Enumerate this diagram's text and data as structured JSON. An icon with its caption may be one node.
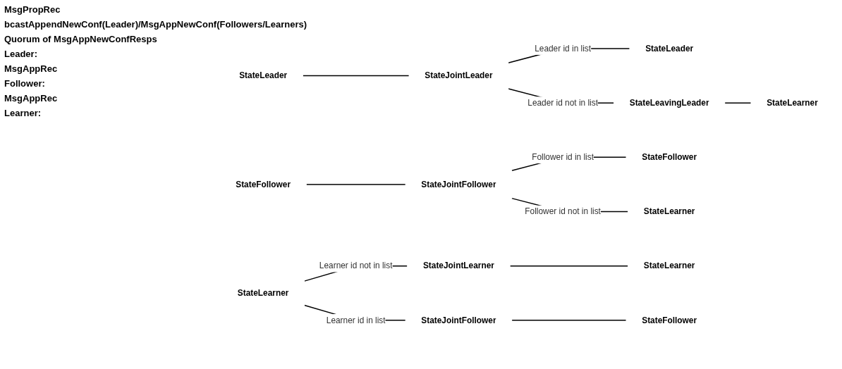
{
  "diagram": {
    "nodes": [
      {
        "text": [
          "StateLeader"
        ]
      },
      {
        "text": [
          "StateJointLeader"
        ]
      },
      {
        "text": [
          "StateLeader"
        ]
      },
      {
        "text": [
          "StateLeavingLeader"
        ]
      },
      {
        "text": [
          "StateLearner"
        ]
      },
      {
        "text": [
          "StateFollower"
        ]
      },
      {
        "text": [
          "StateJointFollower"
        ]
      },
      {
        "text": [
          "StateFollower"
        ]
      },
      {
        "text": [
          "StateLearner"
        ]
      },
      {
        "text": [
          "StateLearner"
        ]
      },
      {
        "text": [
          "StateJointLearner"
        ]
      },
      {
        "text": [
          "StateLearner"
        ]
      },
      {
        "text": [
          "StateJointFollower"
        ]
      },
      {
        "text": [
          "StateFollower"
        ]
      }
    ],
    "edges": [
      {
        "from": 0,
        "to": 1,
        "arrow": "none"
      },
      {
        "from": 1,
        "to": 2,
        "arrow": "none",
        "label": "Leader id in list"
      },
      {
        "from": 1,
        "to": 3,
        "arrow": "none",
        "label": "Leader id not in list"
      },
      {
        "from": 3,
        "to": 4,
        "arrow": "none"
      },
      {
        "from": 5,
        "to": 6,
        "arrow": "none"
      },
      {
        "from": 6,
        "to": 7,
        "arrow": "none",
        "label": "Follower id in list"
      },
      {
        "from": 6,
        "to": 8,
        "arrow": "none",
        "label": "Follower id not in list"
      },
      {
        "from": 9,
        "to": 10,
        "arrow": "none",
        "label": "Learner id not in list"
      },
      {
        "from": 10,
        "to": 11,
        "arrow": "none"
      },
      {
        "from": 9,
        "to": 12,
        "arrow": "none",
        "label": "Learner id in list"
      },
      {
        "from": 12,
        "to": 13,
        "arrow": "none"
      }
    ],
    "labels": [
      "MsgPropRec",
      "bcastAppendNewConf(Leader)/MsgAppNewConf(Followers/Learners)",
      "Quorum of MsgAppNewConfResps",
      "Leader:",
      "MsgAppRec",
      "Follower:",
      "MsgAppRec",
      "Learner:"
    ]
  }
}
